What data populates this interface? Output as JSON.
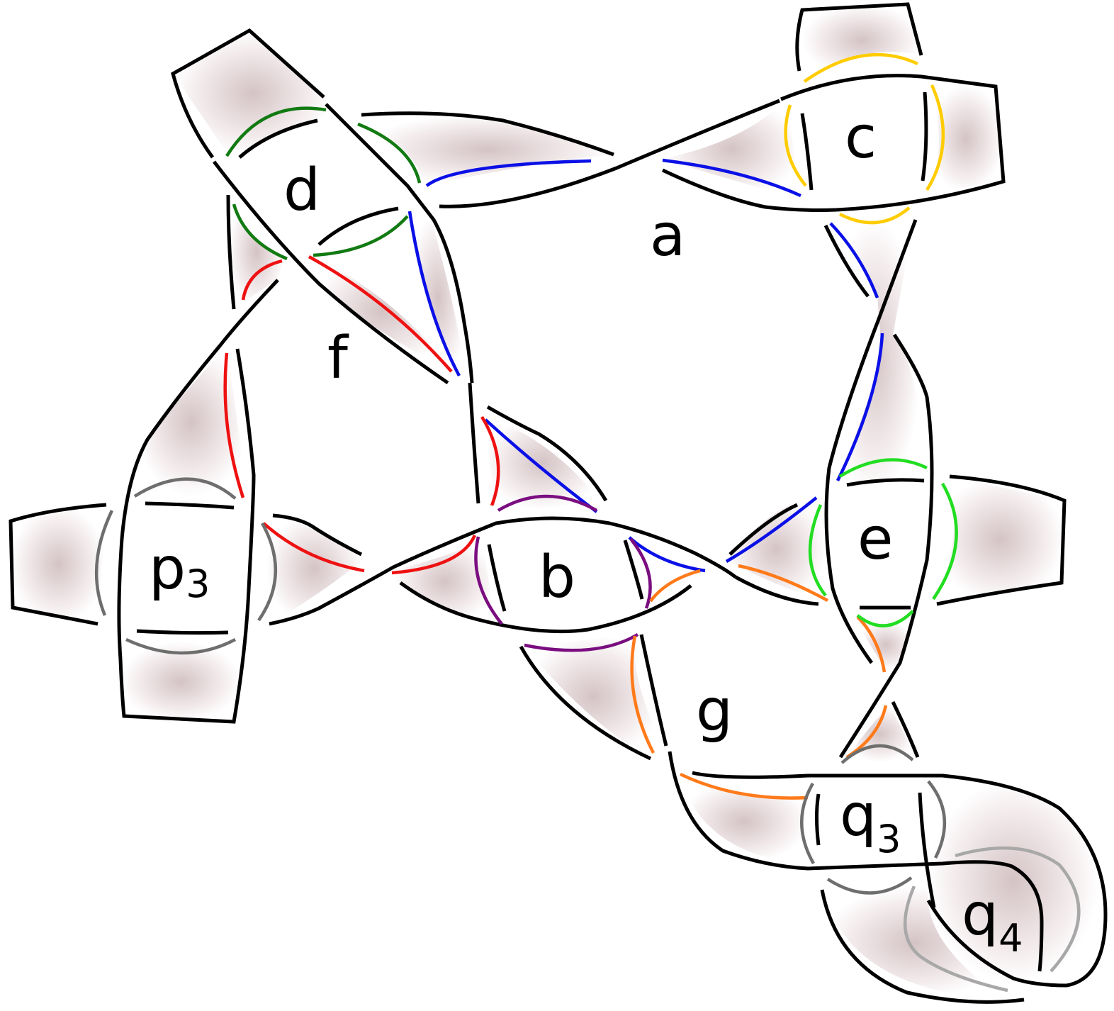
{
  "labels": {
    "a": "a",
    "b": "b",
    "c": "c",
    "d": "d",
    "e": "e",
    "f": "f",
    "g": "g",
    "p3_base": "p",
    "p3_sub": "3",
    "q3_base": "q",
    "q3_sub": "3",
    "q4_base": "q",
    "q4_sub": "4"
  },
  "colors": {
    "blue": "#0a10e6",
    "red": "#ee1111",
    "dark_green": "#127a12",
    "bright_green": "#22dd22",
    "yellow": "#ffcc00",
    "purple": "#7a0d80",
    "orange": "#ff7a1a",
    "gray": "#6e6e6e",
    "light_gray": "#a8a8a8",
    "shade_center": "#d6c6c8",
    "outline": "#000000"
  }
}
